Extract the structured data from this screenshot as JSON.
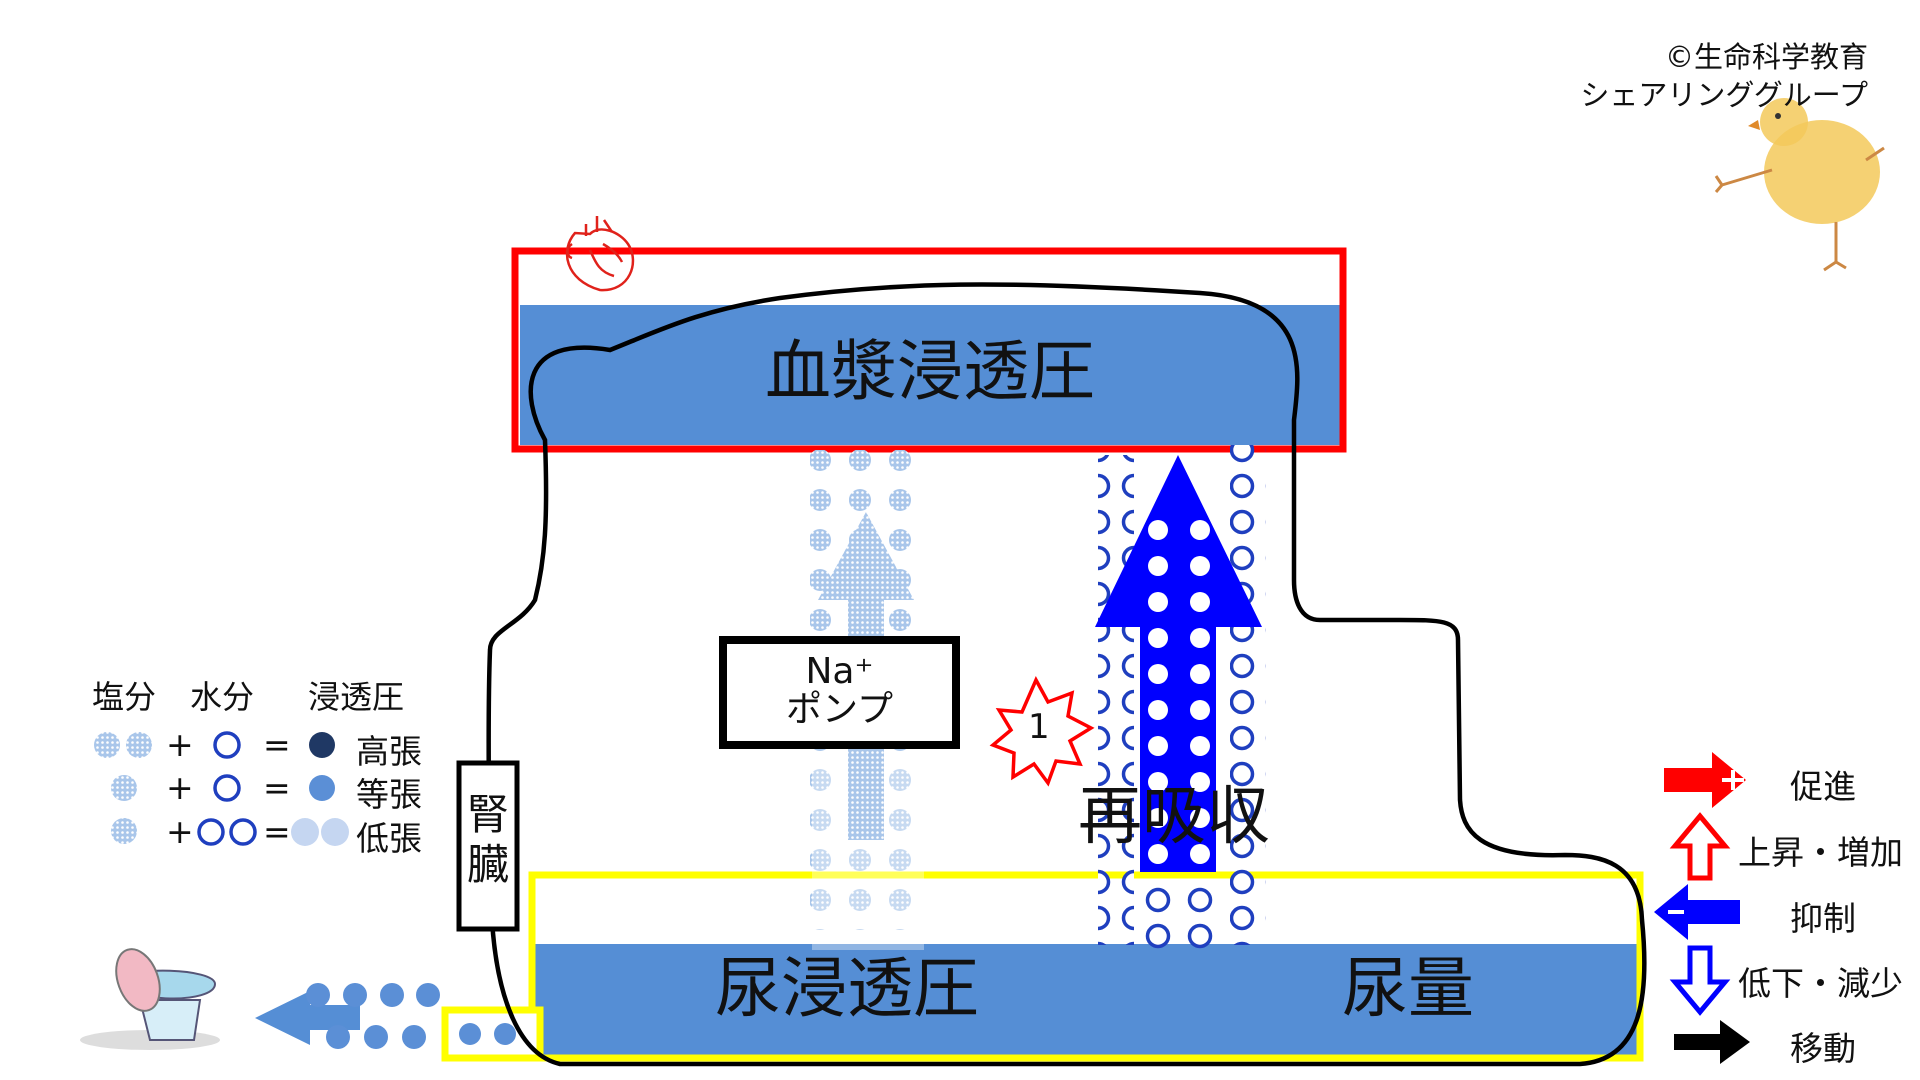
{
  "copyright": {
    "line1": "©生命科学教育",
    "line2": "シェアリンググループ"
  },
  "blood_panel": {
    "label": "血漿浸透圧"
  },
  "urine_panel": {
    "osmotic_label": "尿浸透圧",
    "volume_label": "尿量"
  },
  "kidney": {
    "label_line1": "腎",
    "label_line2": "臓"
  },
  "pump": {
    "line1": "Na⁺",
    "line2": "ポンプ"
  },
  "burst": {
    "number": "1"
  },
  "reabsorption": {
    "label": "再吸収"
  },
  "legend": {
    "headers": {
      "salt": "塩分",
      "water": "水分",
      "osmotic": "浸透圧"
    },
    "rows": [
      {
        "plus": "+",
        "equals": "=",
        "result": "高張"
      },
      {
        "plus": "+",
        "equals": "=",
        "result": "等張"
      },
      {
        "plus": "+",
        "equals": "=",
        "result": "低張"
      }
    ]
  },
  "key": {
    "items": [
      {
        "label": "促進",
        "icon": "promote-arrow-icon",
        "color": "#ff0000"
      },
      {
        "label": "上昇・増加",
        "icon": "increase-arrow-icon",
        "color": "#ff0000"
      },
      {
        "label": "抑制",
        "icon": "inhibit-arrow-icon",
        "color": "#0000ff"
      },
      {
        "label": "低下・減少",
        "icon": "decrease-arrow-icon",
        "color": "#0000ff"
      },
      {
        "label": "移動",
        "icon": "move-arrow-icon",
        "color": "#000000"
      }
    ]
  },
  "colors": {
    "panel_blue": "#558ed5",
    "red_frame": "#ff0000",
    "yellow_frame": "#ffff00",
    "reabsorb_arrow": "#0000ff",
    "salt_dot": "#6f9fd8",
    "water_ring": "#1f3fbf",
    "hypertonic": "#1f3864",
    "isotonic": "#5b8fd6",
    "hypotonic": "#c5d6f1"
  }
}
